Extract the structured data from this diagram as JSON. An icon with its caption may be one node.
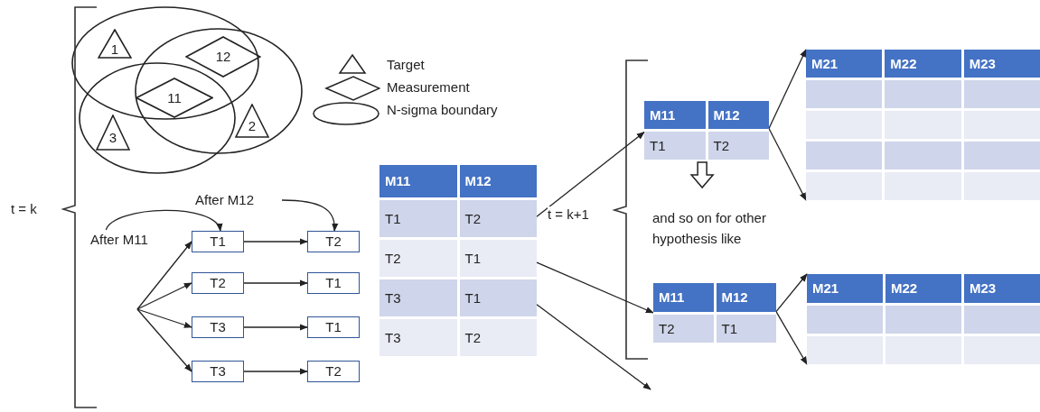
{
  "diagram": {
    "nodes": [
      {
        "text": [
          "1"
        ]
      },
      {
        "text": [
          "12"
        ]
      },
      {
        "text": [
          "11"
        ]
      },
      {
        "text": [
          "2"
        ]
      },
      {
        "text": [
          "3"
        ]
      },
      {
        "text": [
          "After M12"
        ]
      },
      {
        "text": [
          "After M11"
        ]
      },
      {
        "text": [
          "T1"
        ]
      },
      {
        "text": [
          "T2"
        ]
      },
      {
        "text": [
          "T2"
        ]
      },
      {
        "text": [
          "T1"
        ]
      },
      {
        "text": [
          "T3"
        ]
      },
      {
        "text": [
          "T1"
        ]
      },
      {
        "text": [
          "T3"
        ]
      },
      {
        "text": [
          "T2"
        ]
      },
      {
        "text": [
          "M11",
          "M12",
          "T1",
          "T2",
          "T2",
          "T1",
          "T3",
          "T1",
          "T3",
          "T2"
        ]
      },
      {
        "text": [
          "M11",
          "M12",
          "T1",
          "T2"
        ]
      },
      {
        "text": [
          "and so on for other hypothesis like"
        ]
      },
      {
        "text": [
          "M11",
          "M12",
          "T2",
          "T1"
        ]
      },
      {
        "text": [
          "M21",
          "M22",
          "M23"
        ]
      },
      {
        "text": [
          "M21",
          "M22",
          "M23"
        ]
      }
    ],
    "edges": [
      {
        "from": 6,
        "to": 7,
        "arrow": "to"
      },
      {
        "from": 5,
        "to": 8,
        "arrow": "to"
      },
      {
        "from": null,
        "to": 7,
        "arrow": "to"
      },
      {
        "from": null,
        "to": 9,
        "arrow": "to"
      },
      {
        "from": null,
        "to": 11,
        "arrow": "to"
      },
      {
        "from": null,
        "to": 13,
        "arrow": "to"
      },
      {
        "from": 7,
        "to": 8,
        "arrow": "to"
      },
      {
        "from": 9,
        "to": 10,
        "arrow": "to"
      },
      {
        "from": 11,
        "to": 12,
        "arrow": "to"
      },
      {
        "from": 13,
        "to": 14,
        "arrow": "to"
      },
      {
        "from": 15,
        "to": 16,
        "arrow": "to"
      },
      {
        "from": 15,
        "to": 18,
        "arrow": "to"
      },
      {
        "from": 15,
        "to": null,
        "arrow": "to"
      },
      {
        "from": 16,
        "to": 17,
        "arrow": "to"
      },
      {
        "from": 16,
        "to": 19,
        "arrow": "to"
      },
      {
        "from": 16,
        "to": 19,
        "arrow": "to"
      },
      {
        "from": 18,
        "to": 20,
        "arrow": "to"
      },
      {
        "from": 18,
        "to": 20,
        "arrow": "to"
      }
    ],
    "labels": [
      "t = k",
      "t = k+1"
    ],
    "legend": [
      {
        "text": "Target"
      },
      {
        "text": "Measurement"
      },
      {
        "text": "N-sigma boundary"
      }
    ]
  }
}
